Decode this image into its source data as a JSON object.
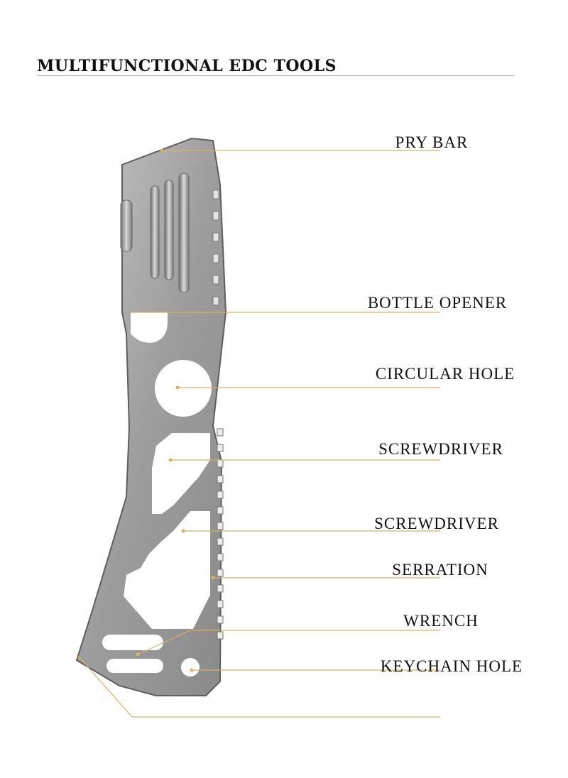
{
  "title": "MULTIFUNCTIONAL EDC TOOLS",
  "colors": {
    "leader": "#d8b25c",
    "tool_body": "#a2a2a2",
    "tool_edge": "#5e5e5e",
    "text": "#111111"
  },
  "parts": [
    {
      "id": "pry-bar",
      "label": "PRY BAR"
    },
    {
      "id": "bottle-opener",
      "label": "BOTTLE OPENER"
    },
    {
      "id": "circular-hole",
      "label": "CIRCULAR HOLE"
    },
    {
      "id": "screwdriver-1",
      "label": "SCREWDRIVER"
    },
    {
      "id": "screwdriver-2",
      "label": "SCREWDRIVER"
    },
    {
      "id": "serration",
      "label": "SERRATION"
    },
    {
      "id": "wrench",
      "label": "WRENCH"
    },
    {
      "id": "keychain-hole",
      "label": "KEYCHAIN HOLE"
    }
  ]
}
